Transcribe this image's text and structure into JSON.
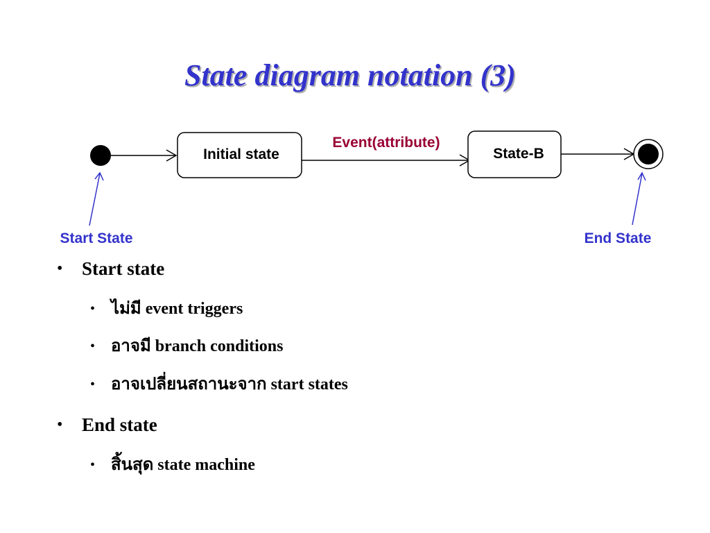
{
  "slide": {
    "title": "State diagram notation (3)"
  },
  "diagram": {
    "states": {
      "initial": "Initial state",
      "state_b": "State-B"
    },
    "event_label": "Event(attribute)",
    "callouts": {
      "start": "Start State",
      "end": "End State"
    },
    "colors": {
      "title": "#3333cc",
      "event": "#990033",
      "callout": "#3333cc"
    }
  },
  "bullets": [
    {
      "text": "Start state",
      "children": [
        {
          "text": "ไม่มี event triggers"
        },
        {
          "text": "อาจมี branch conditions"
        },
        {
          "text": "อาจเปลี่ยนสถานะจาก start states"
        }
      ]
    },
    {
      "text": "End state",
      "children": [
        {
          "text": "สิ้นสุด state machine"
        }
      ]
    }
  ]
}
